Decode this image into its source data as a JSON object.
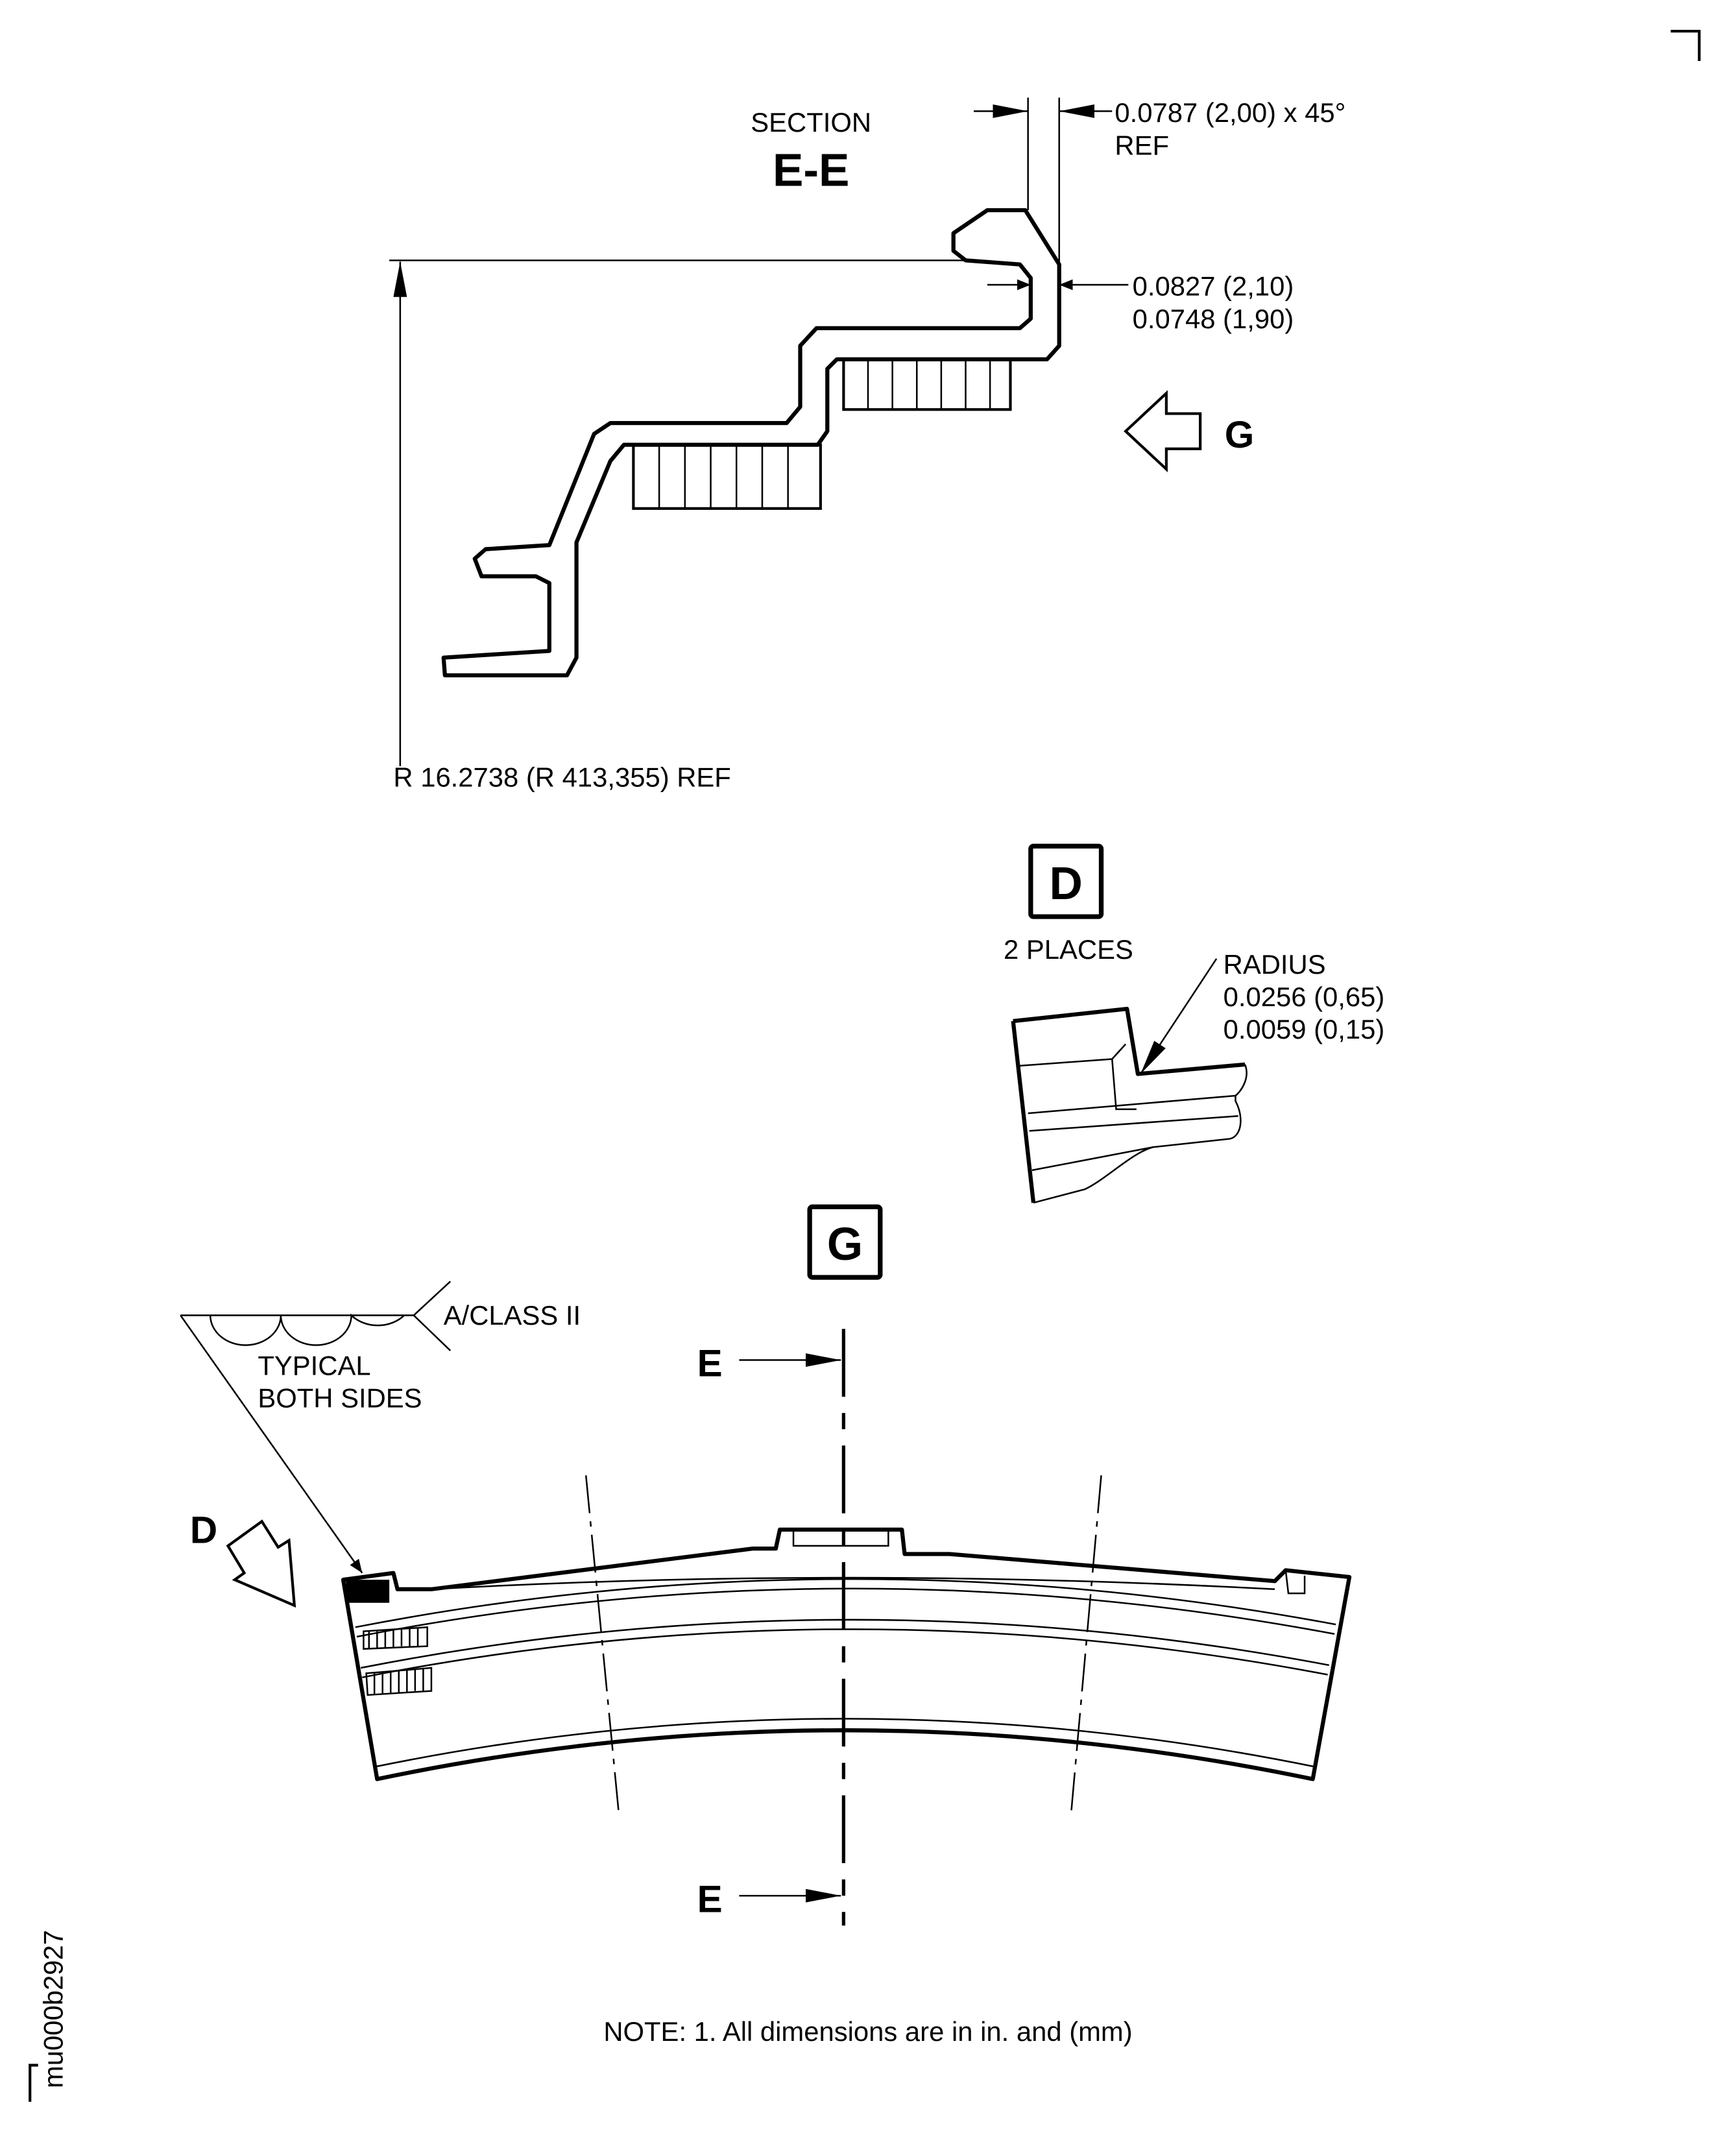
{
  "section": {
    "title": "SECTION",
    "label": "E-E",
    "chamfer_dim": "0.0787 (2,00) x 45°",
    "chamfer_ref": "REF",
    "thickness_max": "0.0827 (2,10)",
    "thickness_min": "0.0748 (1,90)",
    "radius_ref": "R 16.2738 (R 413,355) REF",
    "view_arrow": "G"
  },
  "detail_d": {
    "label": "D",
    "places": "2 PLACES",
    "radius_title": "RADIUS",
    "radius_max": "0.0256 (0,65)",
    "radius_min": "0.0059 (0,15)"
  },
  "view_g": {
    "label": "G",
    "weld_class": "A/CLASS II",
    "weld_note_1": "TYPICAL",
    "weld_note_2": "BOTH SIDES",
    "detail_arrow": "D",
    "cut_top": "E",
    "cut_bottom": "E"
  },
  "note": "NOTE: 1. All dimensions are in in. and (mm)",
  "figure_id": "mu000b2927"
}
